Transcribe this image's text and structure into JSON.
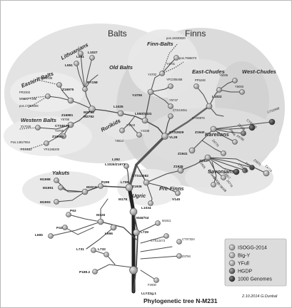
{
  "title": "Phylogenetic tree N-M231",
  "signature": "2.10.2014 G.Dunbal",
  "colors": {
    "isogg": "#9a9a9a",
    "bigy": "#b5b5b5",
    "yfull": "#8a8a8a",
    "hgdp": "#5a5a5a",
    "genomes1000": "#2e2e2e"
  },
  "legend": [
    {
      "label": "ISOGG-2014",
      "color": "#9a9a9a"
    },
    {
      "label": "Big-Y",
      "color": "#b5b5b5"
    },
    {
      "label": "YFull",
      "color": "#8a8a8a"
    },
    {
      "label": "HGDP",
      "color": "#5a5a5a"
    },
    {
      "label": "1000 Genomes",
      "color": "#2e2e2e"
    }
  ],
  "regions": {
    "balts": "Balts",
    "finns": "Finns",
    "finn_balts": "Finn-Balts",
    "old_balts": "Old Balts",
    "lithuanians": "Lithuanians",
    "eastern_balts": "Eastern Balts",
    "western_balts": "Western Balts",
    "rurikids": "Rurikids",
    "east_chudes": "East-Chudes",
    "west_chudes": "West-Chudes",
    "karelians": "Karelians",
    "savonians": "Savonians",
    "yakuts": "Yakuts",
    "ugric": "Ugric",
    "pre_finns": "Pre-Finns"
  },
  "nodes": {
    "lly22g": "LLY22g.1",
    "m46": "M46/Tat",
    "m178": "M178",
    "l708": "L708",
    "p298": "P298",
    "l392": "L392",
    "l1026": "L1026/Z1973",
    "m2019": "M2019",
    "m1988": "M1988",
    "m1991": "M1991",
    "m1993": "M1993",
    "l729": "L729",
    "ctss9": "CTS2929",
    "vl29": "VL29",
    "l550": "L550/S431",
    "l1025": "L1025",
    "y4706": "Y4706",
    "y4702": "Y4702",
    "y4701": "Y4701",
    "pos19230820": "pos.19230820",
    "pos7955073": "pos.7955073",
    "yfc005458": "YFC005458",
    "y5747": "Y5747",
    "m2783": "M2783",
    "m2782": "M2782",
    "l591": "L591",
    "l1027": "L1027",
    "by158": "BY158",
    "l551": "L551",
    "z16975": "Z16975",
    "yfc005338": "YFC005338",
    "pr2303": "PR2303",
    "m6921": "M6921*Y288",
    "pos17892509": "pos.17892509",
    "z16981": "Z16981",
    "y6756": "Y6756",
    "cts8173": "CTS8173",
    "y4755": "Y4755",
    "z16980": "Z16980",
    "z17028": "Z17028",
    "pos14827954": "Pos.14827954",
    "fgs532": "FGS532",
    "yfs195200": "YFS195200",
    "y4343": "Y4343",
    "y4338": "Y4338",
    "y5613": "Y5613",
    "cts10451": "CTS10451",
    "cts9976": "CTS9976",
    "pf5248": "PF5248",
    "y5005": "Y5005",
    "y5003": "Y5003",
    "l1022": "L1022",
    "z1941": "Z1941",
    "z1940": "Z1940",
    "z4896": "Z4896",
    "cts8445": "CTS8445",
    "z4770": "Z4770",
    "z5168": "Z5168",
    "z4790": "Z4790",
    "cts2908": "CTS2908",
    "z1927": "Z1927",
    "z1925": "Z1925",
    "cts9451": "CTS9451",
    "z4817": "Z4817",
    "z1933": "Z1933",
    "cts8008": "CTS8008",
    "z4373": "Z4373",
    "z4774": "Z4774",
    "z4778": "Z4778",
    "cts9965": "CTS9965",
    "z4770b": "Z4770",
    "z1935": "Z1935",
    "z1936": "Z1936",
    "cts10082": "CTS10082",
    "l1034": "L1034",
    "v145": "V145",
    "p63": "P63",
    "l665": "L665",
    "p43": "P43",
    "m128": "M128",
    "l666": "L666",
    "l731": "L731",
    "l732": "L732",
    "p189": "P189.2",
    "m1811": "M1811",
    "cts12473": "CTS12473",
    "cts7324": "CTS7324",
    "z4784": "Z4784",
    "f2930": "F2930"
  }
}
